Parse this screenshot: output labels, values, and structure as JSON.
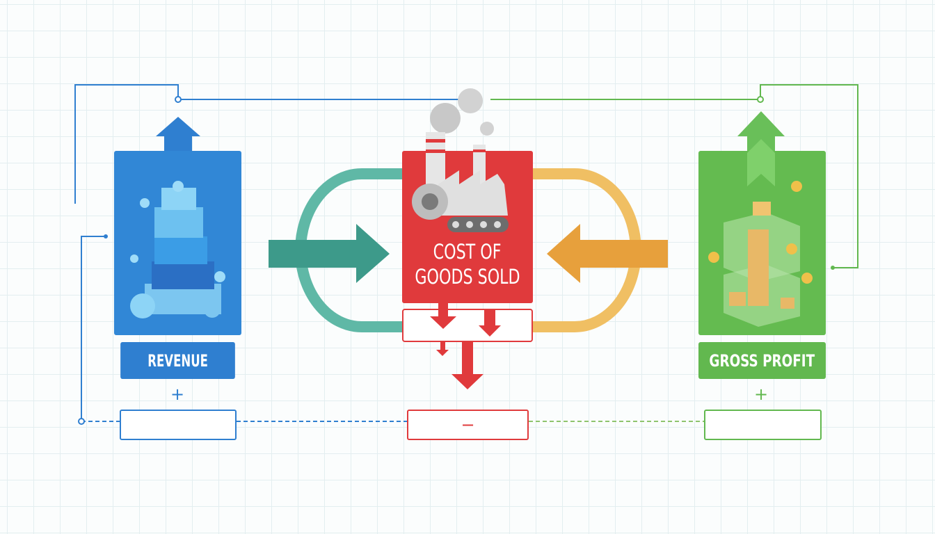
{
  "revenue": {
    "label": "REVENUE",
    "sign": "+",
    "color": "#2f7fd0"
  },
  "cogs": {
    "label_line1": "COST OF",
    "label_line2": "GOODS SOLD",
    "sign": "−",
    "color": "#e03a3c"
  },
  "gross_profit": {
    "label": "GROSS PROFIT",
    "sign": "+",
    "color": "#62b84f"
  },
  "icons": [
    "arrow-up-icon",
    "cubes-icon",
    "factory-icon",
    "money-boxes-icon",
    "arrow-right-icon",
    "arrow-left-icon",
    "arrow-down-icon"
  ]
}
